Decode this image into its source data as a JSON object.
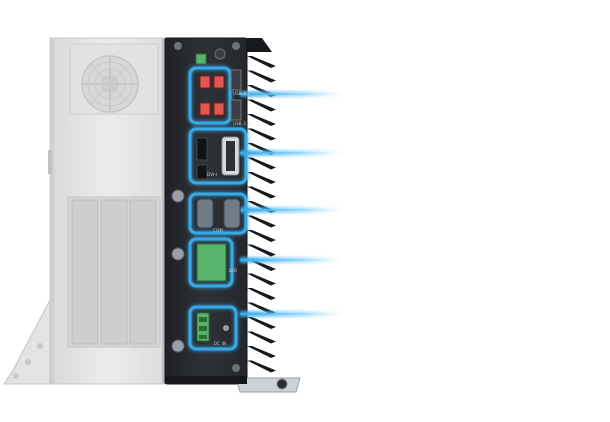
{
  "image": {
    "subject": "industrial-fanless-embedded-pc",
    "view": "side-io-panel",
    "colors": {
      "background": "#ffffff",
      "chassis_light": "#e6e6e6",
      "chassis_dark": "#2b2d31",
      "highlight_glow": "#39a9e8",
      "usb_port": "#e0574f",
      "terminal_block": "#58b46a"
    }
  },
  "panel_labels": {
    "usb_top": "USB 3.2",
    "usb_bottom": "USB 3.2",
    "display": "DVI-I",
    "com": "COM",
    "dio": "DIO",
    "power": "DC IN"
  },
  "callouts": [
    {
      "name": "usb-ports"
    },
    {
      "name": "display-ports"
    },
    {
      "name": "serial-ports"
    },
    {
      "name": "digital-io"
    },
    {
      "name": "power-input"
    }
  ]
}
